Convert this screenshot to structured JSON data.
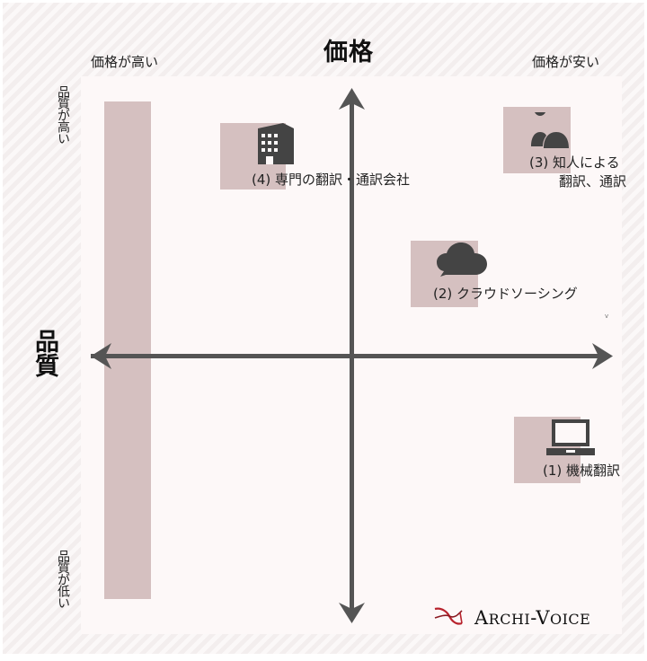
{
  "chart": {
    "title_x": "価格",
    "title_y": "品質",
    "label_price_high": "価格が高い",
    "label_price_low": "価格が安い",
    "label_quality_high": "品質が高い",
    "label_quality_low": "品質が低い",
    "items": [
      {
        "id": "1",
        "label": "(1) 機械翻訳",
        "icon": "laptop-icon"
      },
      {
        "id": "2",
        "label": "(2) クラウドソーシング",
        "icon": "cloud-icon"
      },
      {
        "id": "3",
        "label_line1": "(3) 知人による",
        "label_line2": "翻訳、通訳",
        "icon": "people-icon"
      },
      {
        "id": "4",
        "label": "(4) 専門の翻訳・通訳会社",
        "icon": "building-icon"
      }
    ],
    "colors": {
      "highlight": "#d5c0c0",
      "axis": "#555555",
      "panel": "#fdf8f8",
      "logo_accent": "#b8232d"
    }
  },
  "brand": {
    "logo_text_A": "A",
    "logo_text_rchi": "RCHI",
    "logo_text_dash": "-",
    "logo_text_V": "V",
    "logo_text_oice": "OICE"
  }
}
